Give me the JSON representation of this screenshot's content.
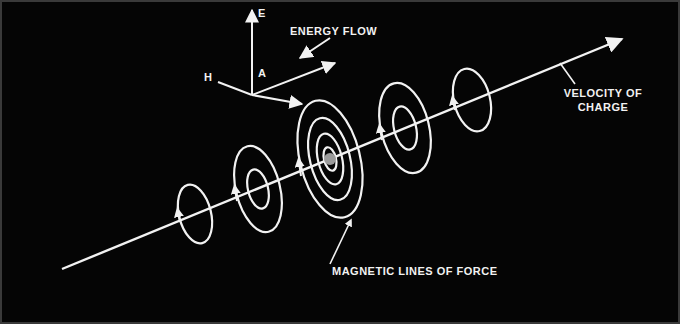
{
  "diagram": {
    "labels": [
      "E",
      "H",
      "A",
      "ENERGY FLOW",
      "VELOCITY OF CHARGE",
      "MAGNETIC LINES OF FORCE"
    ]
  }
}
